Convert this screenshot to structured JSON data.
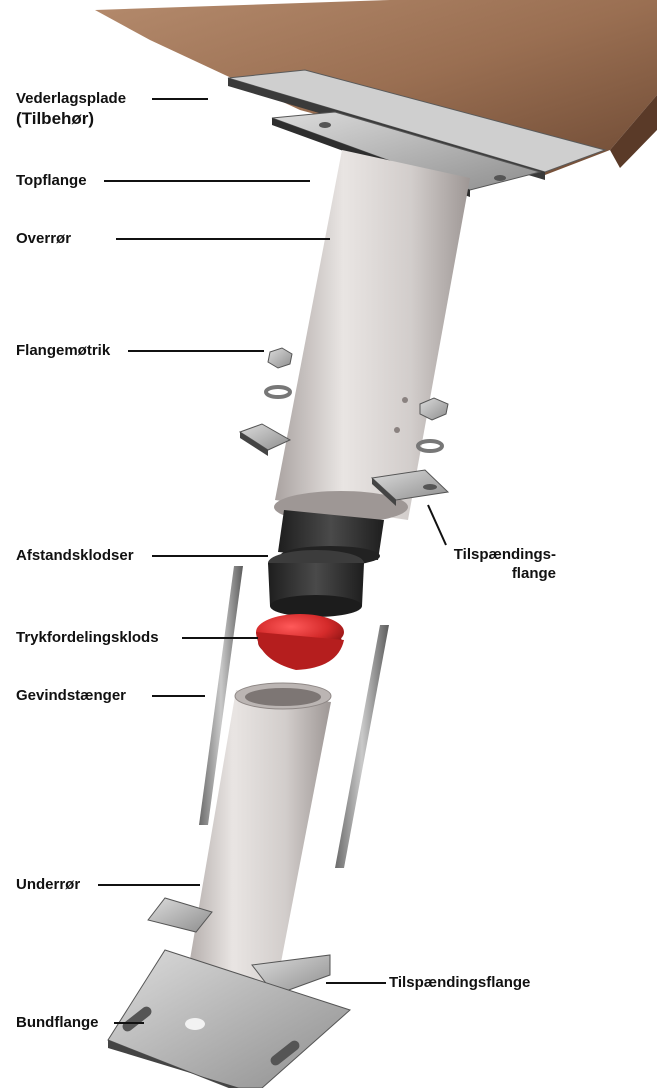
{
  "labels": {
    "vederlagsplade": "Vederlagsplade",
    "tilbehor": "(Tilbehør)",
    "topflange": "Topflange",
    "overror": "Overrør",
    "flangemotrik": "Flangemøtrik",
    "afstandsklodser": "Afstandsklodser",
    "tilspaendingsflange_top_line1": "Tilspændings-",
    "tilspaendingsflange_top_line2": "flange",
    "trykfordelingsklods": "Trykfordelingsklods",
    "gevindstaenger": "Gevindstænger",
    "underror": "Underrør",
    "tilspaendingsflange_bottom": "Tilspændingsflange",
    "bundflange": "Bundflange"
  },
  "colors": {
    "wood": "#9a6f52",
    "wood_dark": "#6e4a34",
    "tube": "#d9d4d2",
    "tube_shadow": "#a9a2a0",
    "steel": "#bdbdbd",
    "steel_dark": "#7d7d7d",
    "rubber": "#2e2e2e",
    "red_block": "#d42a2a",
    "leader_line": "#111111"
  }
}
